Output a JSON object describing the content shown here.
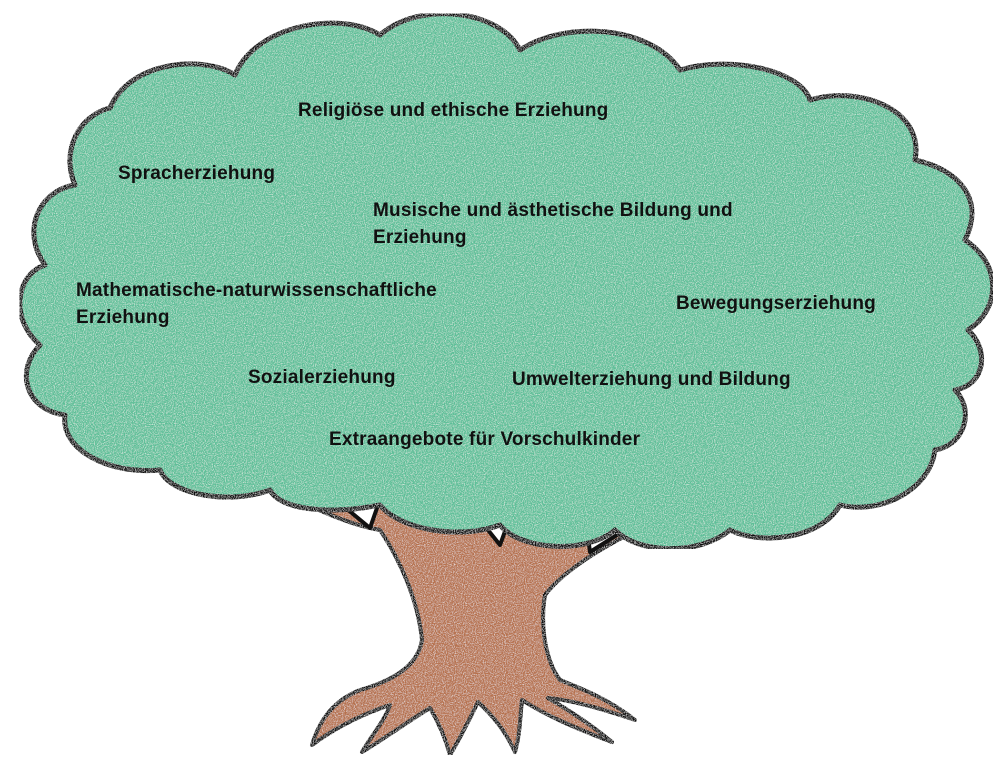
{
  "colors": {
    "crown_fill": "#5dbf98",
    "trunk_fill": "#b6714e",
    "outline": "#111111",
    "text": "#111111"
  },
  "topics": {
    "religion": "Religiöse  und ethische Erziehung",
    "language": "Spracherziehung",
    "music_line1": "Musische und ästhetische Bildung und",
    "music_line2": "Erziehung",
    "math_line1": "Mathematische-naturwissenschaftliche",
    "math_line2": "Erziehung",
    "movement": "Bewegungserziehung",
    "social": "Sozialerziehung",
    "environment": "Umwelterziehung und Bildung",
    "preschool": "Extraangebote für Vorschulkinder"
  }
}
